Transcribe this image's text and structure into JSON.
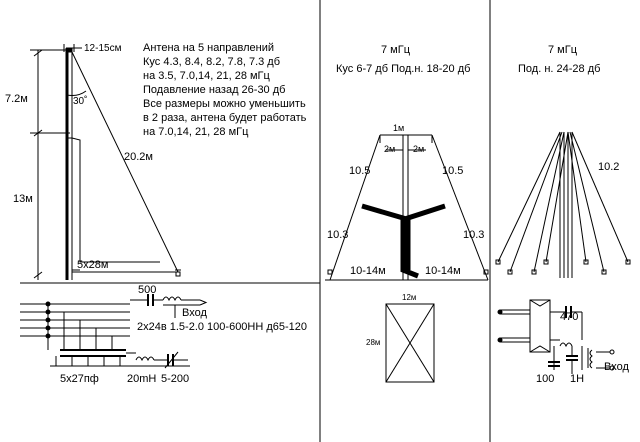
{
  "panel_left": {
    "notes": [
      "Антена на 5 направлений",
      "Кус 4.3, 8.4, 8.2, 7.8, 7.3 дб",
      "на 3.5, 7.0,14, 21, 28 мГц",
      "Подавление назад 26-30 дб",
      "Все размеры можно уменьшить",
      "в 2 раза, антена будет работать",
      "на 7.0,14, 21, 28 мГц"
    ],
    "dim_top": "12-15см",
    "dim_upper": "7.2м",
    "dim_lower": "13м",
    "angle": "30˚",
    "wire_length": "20.2м",
    "base_size": "5x28м",
    "cap_500": "500",
    "input_label": "Вход",
    "transformer": "2x24в 1.5-2.0  100-600НН д65-120",
    "caps_label": "5x27пф",
    "inductor_label": "20mH",
    "trimmer_label": "5-200"
  },
  "panel_middle": {
    "freq": "7 мГц",
    "gain": "Кус  6-7 дб  Под.н. 18-20 дб",
    "top_1m": "1м",
    "left_2m": "2м",
    "right_2m": "2м",
    "left_105": "10.5",
    "right_105": "10.5",
    "left_103": "10.3",
    "right_103": "10.3",
    "base_left": "10-14м",
    "base_right": "10-14м",
    "plan_width": "12м",
    "plan_height": "28м"
  },
  "panel_right": {
    "freq": "7 мГц",
    "suppression": "Под. н. 24-28 дб",
    "wire_102": "10.2",
    "cap_470": "470",
    "cap_100": "100",
    "inductor_1h": "1Н",
    "input_label": "Вход"
  }
}
